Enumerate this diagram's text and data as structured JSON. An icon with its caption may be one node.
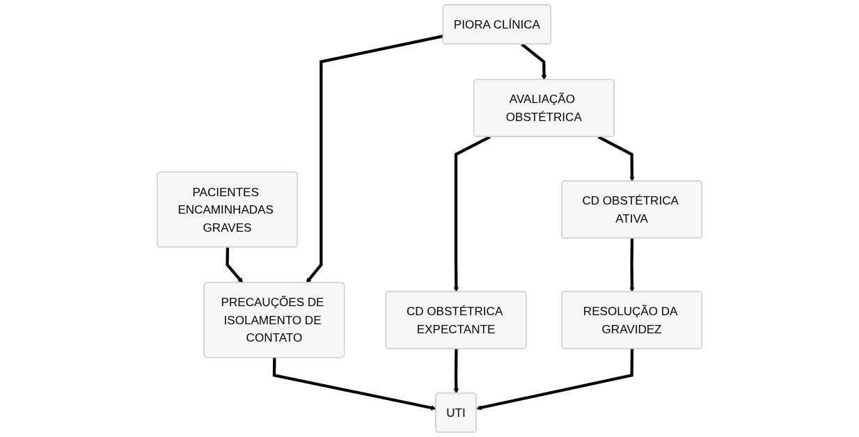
{
  "diagram": {
    "nodes": [
      {
        "text": [
          "PACIENTES ENCAMINHADAS GRAVES"
        ]
      },
      {
        "text": [
          "PIORA CLÍNICA"
        ]
      },
      {
        "text": [
          "PRECAUÇÕES DE ISOLAMENTO DE CONTATO"
        ]
      },
      {
        "text": [
          "AVALIAÇÃO OBSTÉTRICA"
        ]
      },
      {
        "text": [
          "CD OBSTÉTRICA EXPECTANTE"
        ]
      },
      {
        "text": [
          "CD OBSTÉTRICA ATIVA"
        ]
      },
      {
        "text": [
          "UTI"
        ]
      },
      {
        "text": [
          "RESOLUÇÃO DA GRAVIDEZ"
        ]
      }
    ],
    "edges": [
      {
        "from": 0,
        "to": 2,
        "arrow": "to"
      },
      {
        "from": 1,
        "to": 2,
        "arrow": "to"
      },
      {
        "from": 1,
        "to": 3,
        "arrow": "to"
      },
      {
        "from": 2,
        "to": 6,
        "arrow": "to"
      },
      {
        "from": 3,
        "to": 4,
        "arrow": "to"
      },
      {
        "from": 3,
        "to": 5,
        "arrow": "to"
      },
      {
        "from": 4,
        "to": 6,
        "arrow": "to"
      },
      {
        "from": 5,
        "to": 7,
        "arrow": "to"
      },
      {
        "from": 7,
        "to": 6,
        "arrow": "to"
      }
    ]
  }
}
